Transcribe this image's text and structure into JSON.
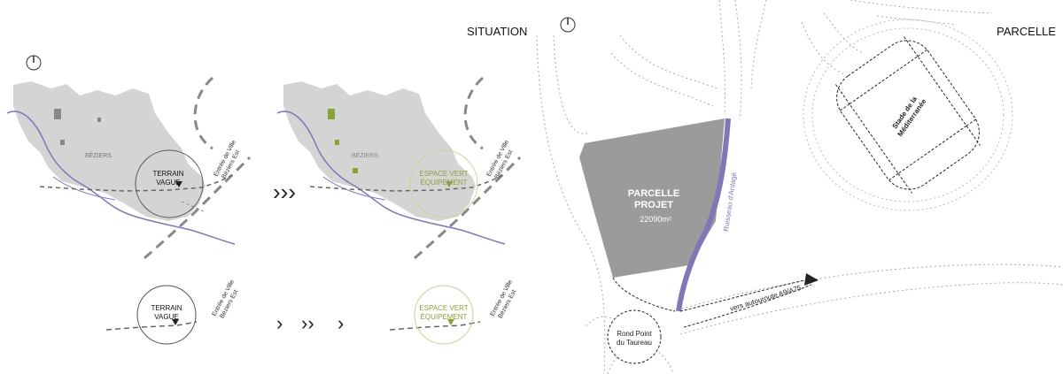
{
  "situation": {
    "title": "SITUATION",
    "city_label": "BÉZIERS",
    "entry_label_line1": "Entrée de Ville",
    "entry_label_line2": "Béziers Est",
    "before": {
      "line1": "TERRAIN",
      "line2": "VAGUE"
    },
    "after": {
      "line1": "ESPACE VERT",
      "line2": "ÉQUIPEMENT"
    },
    "arrows": {
      "large": "›››",
      "small_left": "›",
      "small_mid": "››",
      "small_right": "›"
    }
  },
  "parcelle": {
    "title": "PARCELLE",
    "name_line1": "PARCELLE",
    "name_line2": "PROJET",
    "area": "22090m²",
    "stream_label": "Ruisseau d'Ardagè",
    "road_label": "vers autouroute A9/A75",
    "roundabout_line1": "Rond Point",
    "roundabout_line2": "du Taureau",
    "stadium_line1": "Stade de la",
    "stadium_line2": "Méditerranée"
  },
  "colors": {
    "city_fill": "#d4d4d4",
    "parcel_fill": "#9b9b9b",
    "river": "#7d79b6",
    "green_accent": "#8aa23a",
    "dark_marks": "#555555"
  },
  "icons": [
    "north-arrow-icon",
    "north-arrow-icon"
  ]
}
